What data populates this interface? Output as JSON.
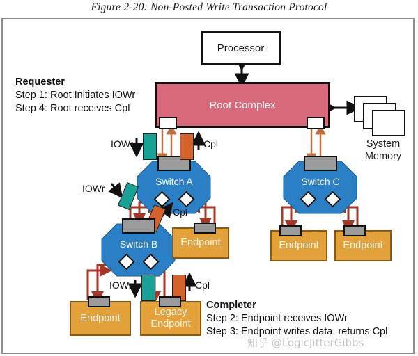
{
  "figure": {
    "title": "Figure 2-20: Non-Posted Write Transaction Protocol"
  },
  "nodes": {
    "processor": "Processor",
    "root_complex": "Root Complex",
    "system_memory": "System\nMemory",
    "system_memory_line1": "System",
    "system_memory_line2": "Memory",
    "switch_a": "Switch A",
    "switch_b": "Switch B",
    "switch_c": "Switch C",
    "endpoint": "Endpoint",
    "legacy_endpoint_line1": "Legacy",
    "legacy_endpoint_line2": "Endpoint",
    "endpoint_b_left": "Endpoint",
    "endpoint_a_right": "Endpoint",
    "endpoint_c_left": "Endpoint",
    "endpoint_c_right": "Endpoint"
  },
  "annotations": {
    "iowr": "IOWr",
    "cpl": "Cpl",
    "iowr_switch_a": "IOWr",
    "cpl_switch_a": "Cpl",
    "iowr_diagonal": "IOWr",
    "cpl_diagonal": "Cpl",
    "iowr_bottom": "IOWr",
    "cpl_bottom": "Cpl"
  },
  "requester": {
    "title": "Requester",
    "step1": "Step 1: Root Initiates IOWr",
    "step4": "Step 4: Root receives Cpl"
  },
  "completer": {
    "title": "Completer",
    "step2": "Step 2: Endpoint receives IOWr",
    "step3": "Step 3: Endpoint writes data, returns Cpl"
  },
  "watermark": {
    "text": "知乎 @LogicJitterGibbs"
  },
  "colors": {
    "root_complex": "#d96a7c",
    "switch": "#2b7fc4",
    "endpoint": "#e3a13c",
    "endpoint_border": "#8a5a18",
    "packet_iowr": "#1aa196",
    "packet_cpl": "#d4622a",
    "arrow_red": "#a33728",
    "arrow_orange": "#c07040",
    "port_gray": "#9b9b9b",
    "frame": "#8c8c8c"
  }
}
